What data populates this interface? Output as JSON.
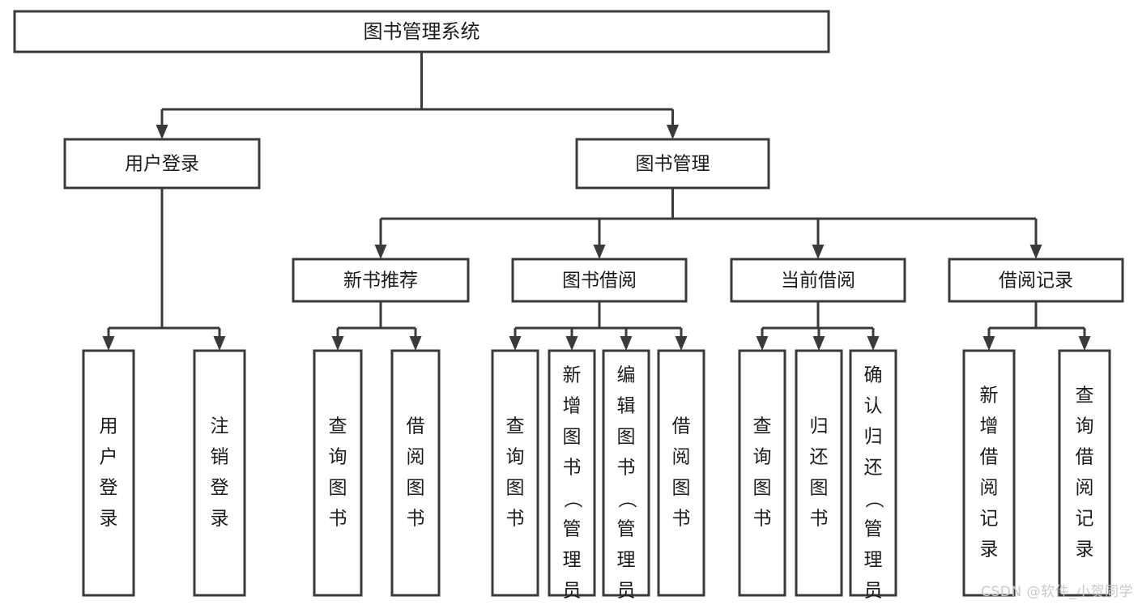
{
  "diagram": {
    "type": "tree-hierarchy-diagram",
    "title": "图书管理系统",
    "orientation": "top-down",
    "root": {
      "id": "root",
      "label": "图书管理系统",
      "text_orientation": "horizontal"
    },
    "level2": [
      {
        "id": "user-login",
        "label": "用户登录",
        "text_orientation": "horizontal"
      },
      {
        "id": "book-manage",
        "label": "图书管理",
        "text_orientation": "horizontal"
      }
    ],
    "level3": [
      {
        "id": "new-book-recommend",
        "label": "新书推荐",
        "parent": "book-manage",
        "text_orientation": "horizontal"
      },
      {
        "id": "book-borrow",
        "label": "图书借阅",
        "parent": "book-manage",
        "text_orientation": "horizontal"
      },
      {
        "id": "current-borrow",
        "label": "当前借阅",
        "parent": "book-manage",
        "text_orientation": "horizontal"
      },
      {
        "id": "borrow-record",
        "label": "借阅记录",
        "parent": "book-manage",
        "text_orientation": "horizontal"
      }
    ],
    "leaves": [
      {
        "id": "leaf-user-login",
        "label": "用户登录",
        "parent": "user-login",
        "text_orientation": "vertical"
      },
      {
        "id": "leaf-user-logout",
        "label": "注销登录",
        "parent": "user-login",
        "text_orientation": "vertical"
      },
      {
        "id": "leaf-query-book-1",
        "label": "查询图书",
        "parent": "new-book-recommend",
        "text_orientation": "vertical"
      },
      {
        "id": "leaf-borrow-book-1",
        "label": "借阅图书",
        "parent": "new-book-recommend",
        "text_orientation": "vertical"
      },
      {
        "id": "leaf-query-book-2",
        "label": "查询图书",
        "parent": "book-borrow",
        "text_orientation": "vertical"
      },
      {
        "id": "leaf-add-book",
        "label": "新增图书（管理员）",
        "parent": "book-borrow",
        "text_orientation": "vertical"
      },
      {
        "id": "leaf-edit-book",
        "label": "编辑图书（管理员）",
        "parent": "book-borrow",
        "text_orientation": "vertical"
      },
      {
        "id": "leaf-borrow-book-2",
        "label": "借阅图书",
        "parent": "book-borrow",
        "text_orientation": "vertical"
      },
      {
        "id": "leaf-query-book-3",
        "label": "查询图书",
        "parent": "current-borrow",
        "text_orientation": "vertical"
      },
      {
        "id": "leaf-return-book",
        "label": "归还图书",
        "parent": "current-borrow",
        "text_orientation": "vertical"
      },
      {
        "id": "leaf-confirm-return",
        "label": "确认归还（管理员）",
        "parent": "current-borrow",
        "text_orientation": "vertical"
      },
      {
        "id": "leaf-add-record",
        "label": "新增借阅记录",
        "parent": "borrow-record",
        "text_orientation": "vertical"
      },
      {
        "id": "leaf-query-record",
        "label": "查询借阅记录",
        "parent": "borrow-record",
        "text_orientation": "vertical"
      }
    ],
    "colors": {
      "background": "#ffffff",
      "box_fill": "#ffffff",
      "box_stroke": "#3a3a3a",
      "connector": "#3a3a3a",
      "text": "#1b1b1b",
      "watermark": "#c9c9c9"
    }
  },
  "watermark": {
    "text": "CSDN @软件_小贺同学"
  }
}
